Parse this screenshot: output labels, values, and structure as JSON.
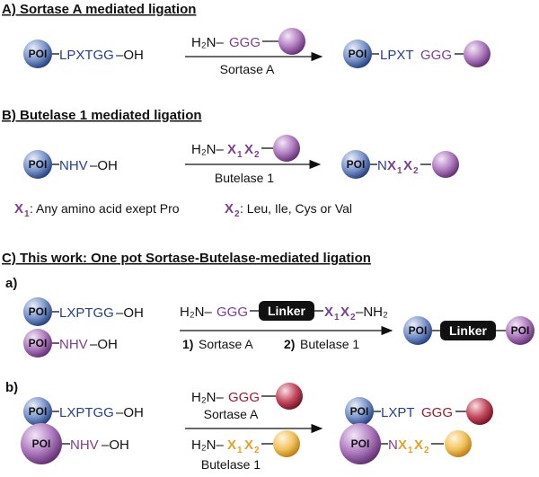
{
  "headings": {
    "a": "A) Sortase A mediated ligation",
    "b": "B) Butelase 1 mediated ligation",
    "c": "C) This work: One pot Sortase-Butelase-mediated ligation",
    "ca": "a)",
    "cb": "b)"
  },
  "common": {
    "poi": "POI",
    "oh": "–OH",
    "h2n": "H₂N–",
    "nh2": "–NH₂",
    "linker": "Linker"
  },
  "sectionA": {
    "substrate_seq": "LPXTGG",
    "reagent_seq": "GGG",
    "enzyme": "Sortase A",
    "product_seq_blue": "LPXT",
    "product_seq_purple": "GGG"
  },
  "sectionB": {
    "substrate_seq": "NHV",
    "x1": "X",
    "x1_sub": "1",
    "x2": "X",
    "x2_sub": "2",
    "enzyme": "Butelase 1",
    "product_n": "N",
    "legend_x1_label": ": Any amino acid exept Pro",
    "legend_x2_label": ": Leu, Ile, Cys or Val"
  },
  "sectionCa": {
    "substrate1_seq": "LXPTGG",
    "substrate2_seq": "NHV",
    "reagent_seq": "GGG",
    "step1_num": "1)",
    "step1": "Sortase A",
    "step2_num": "2)",
    "step2": "Butelase 1"
  },
  "sectionCb": {
    "substrate1_seq": "LXPTGG",
    "substrate2_seq": "NHV",
    "reagent1_seq": "GGG",
    "enzyme1": "Sortase A",
    "enzyme2": "Butelase 1",
    "product_seq_blue": "LXPT",
    "product_seq_red": "GGG",
    "product_n": "N"
  },
  "colors": {
    "blue": "#27408b",
    "purple": "#7b3f8c",
    "orange": "#e3a126",
    "red": "#9b1b30"
  }
}
